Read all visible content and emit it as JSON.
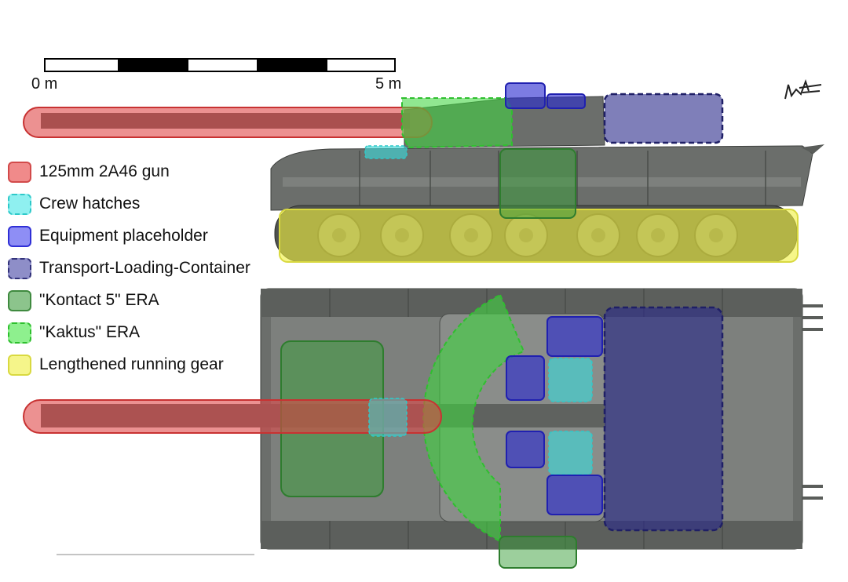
{
  "scale": {
    "start_label": "0 m",
    "end_label": "5 m"
  },
  "legend": [
    {
      "key": "gun",
      "label": "125mm 2A46 gun",
      "fill": "#f08a8a",
      "stroke": "#d24a4a",
      "dashed": false
    },
    {
      "key": "hatch",
      "label": "Crew hatches",
      "fill": "#8ff0f0",
      "stroke": "#2fc9c9",
      "dashed": true
    },
    {
      "key": "equip",
      "label": "Equipment placeholder",
      "fill": "#8e8ef5",
      "stroke": "#2f2fd6",
      "dashed": false
    },
    {
      "key": "tlc",
      "label": "Transport-Loading-Container",
      "fill": "#8e8ec8",
      "stroke": "#32327a",
      "dashed": true
    },
    {
      "key": "k5",
      "label": "\"Kontact 5\" ERA",
      "fill": "#8cc48c",
      "stroke": "#3f8a3f",
      "dashed": false
    },
    {
      "key": "kaktus",
      "label": "\"Kaktus\" ERA",
      "fill": "#8ef08e",
      "stroke": "#2fbf2f",
      "dashed": true
    },
    {
      "key": "gear",
      "label": "Lengthened running gear",
      "fill": "#f5f58a",
      "stroke": "#d9d940",
      "dashed": false
    }
  ],
  "colors": {
    "hull": "#6b6e6b",
    "hull_dark": "#4f524f",
    "hull_light": "#7d807d",
    "gun": "#e04848",
    "hatch": "#3fd6d6",
    "equipment": "#2b2bd0",
    "container": "#2a2a8a",
    "kontact5": "#3aa03a",
    "kaktus": "#3fd63f",
    "running_gear": "#f0f040"
  }
}
